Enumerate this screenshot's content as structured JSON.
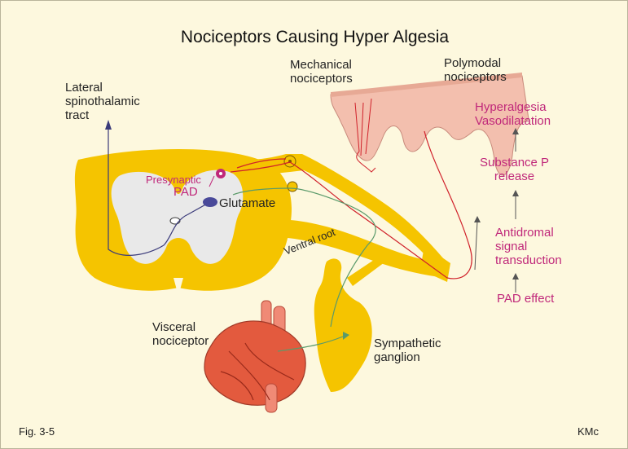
{
  "title": "Nociceptors Causing Hyper Algesia",
  "labels": {
    "lateral_tract": "Lateral\nspinothalamic\ntract",
    "mechanical": "Mechanical\nnociceptors",
    "polymodal": "Polymodal\nnociceptors",
    "hyperalgesia": "Hyperalgesia\nVasodilatation",
    "substance_p": "Substance P\nrelease",
    "antidromal": "Antidromal\nsignal\ntransduction",
    "pad_effect": "PAD effect",
    "presynaptic": "Presynaptic",
    "pad": "PAD",
    "glutamate": "Glutamate",
    "ventral_root": "Ventral root",
    "visceral": "Visceral\nnociceptor",
    "sympathetic": "Sympathetic\nganglion",
    "fig": "Fig. 3-5",
    "author": "KMc"
  },
  "colors": {
    "background": "#fdf8de",
    "cord": "#f5c400",
    "grey_matter": "#e9e9e9",
    "skin": "#f3bfae",
    "heart": "#e35a3e",
    "pink_text": "#c0287a",
    "afferent": "#d0202a",
    "visceral_fiber": "#5a9a6a",
    "tract": "#3a3a7a"
  }
}
